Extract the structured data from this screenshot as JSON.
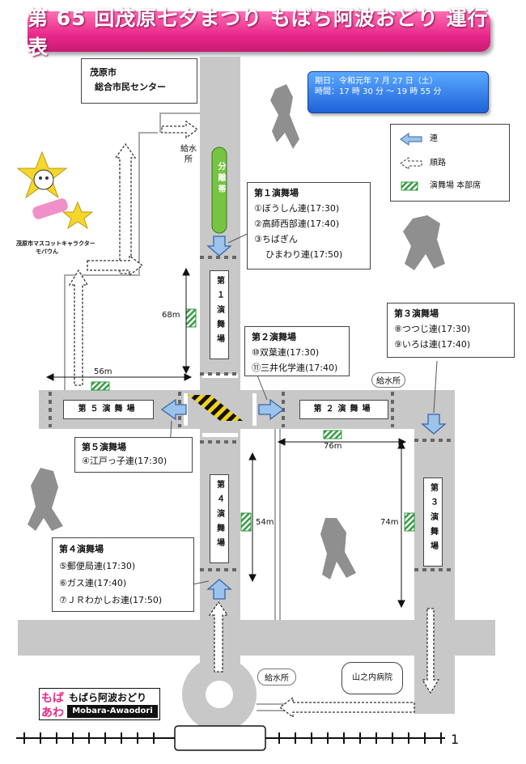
{
  "title": "第 65 回茂原七夕まつり もばら阿波おどり 運行表",
  "schedule": {
    "date_line": "期日：令和元年 7 月 27 日（土）",
    "time_line": "時間：17 時 30 分 〜 19 時 55 分"
  },
  "legend": {
    "ren": "連",
    "route": "順路",
    "stage": "演舞場 本部席"
  },
  "places": {
    "center": [
      "茂原市",
      "総合市民センター"
    ],
    "water_top": "給水所",
    "water_right": "給水所",
    "water_bottom": "給水所",
    "hospital": "山之内病院",
    "divider": "分離帯"
  },
  "mascot": {
    "caption1": "茂原市マスコットキャラクター",
    "caption2": "モバウん"
  },
  "stages": [
    {
      "id": "stage1",
      "header": "第１演舞場",
      "vertical": "第１演舞場",
      "lines": [
        "①ぼうしん連(17:30)",
        "②高師西部連(17:40)",
        "③ちばぎん",
        "ひまわり連(17:50)"
      ]
    },
    {
      "id": "stage2",
      "header": "第２演舞場",
      "vertical": "第２演舞場",
      "lines": [
        "⑩双葉連(17:30)",
        "⑪三井化学連(17:40)"
      ]
    },
    {
      "id": "stage3",
      "header": "第３演舞場",
      "vertical": "第３演舞場",
      "lines": [
        "⑧つつじ連(17:30)",
        "⑨いろは連(17:40)"
      ]
    },
    {
      "id": "stage4",
      "header": "第４演舞場",
      "vertical": "第４演舞場",
      "lines": [
        "⑤郵便局連(17:30)",
        "⑥ガス連(17:40)",
        "⑦ＪＲわかしお連(17:50)"
      ]
    },
    {
      "id": "stage5",
      "header": "第５演舞場",
      "vertical": "第５演舞場",
      "lines": [
        "④江戸っ子連(17:30)"
      ]
    }
  ],
  "distances": {
    "d68": "68m",
    "d56": "56m",
    "d76": "76m",
    "d54": "54m",
    "d74": "74m"
  },
  "logo": {
    "kana1": "もば",
    "kana2": "あわ",
    "name": "もばら阿波おどり",
    "roman": "Mobara-Awaodori"
  },
  "page_number": "1",
  "colors": {
    "road": "#c8c8c8",
    "title": "#e8278a",
    "info": "#2f7de6",
    "arrow": "#9cc3ec",
    "stage": "#2e9a3c",
    "divider": "#76c442"
  }
}
